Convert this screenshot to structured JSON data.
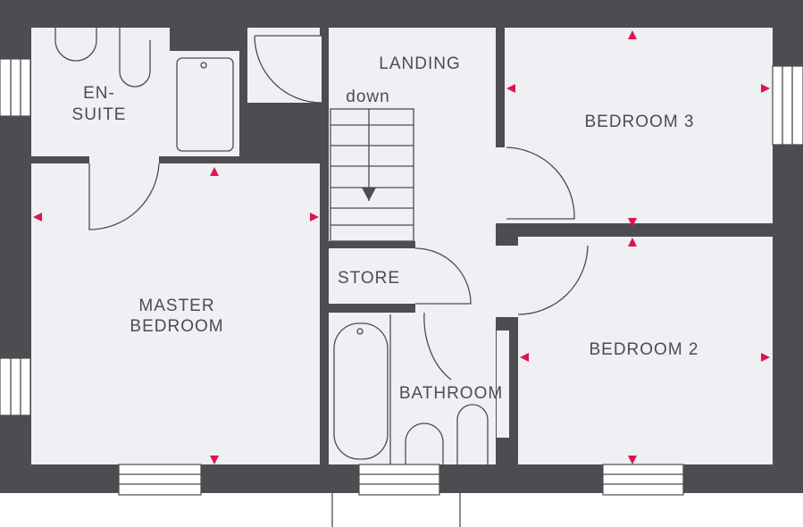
{
  "rooms": {
    "en_suite_line1": "EN-",
    "en_suite_line2": "SUITE",
    "landing": "LANDING",
    "stairs_direction": "down",
    "bedroom_3": "BEDROOM 3",
    "master_line1": "MASTER",
    "master_line2": "BEDROOM",
    "store": "STORE",
    "bedroom_2": "BEDROOM 2",
    "bathroom": "BATHROOM"
  },
  "colors": {
    "wall": "#4d4c50",
    "floor": "#eef0f3",
    "marker": "#e0134f"
  }
}
